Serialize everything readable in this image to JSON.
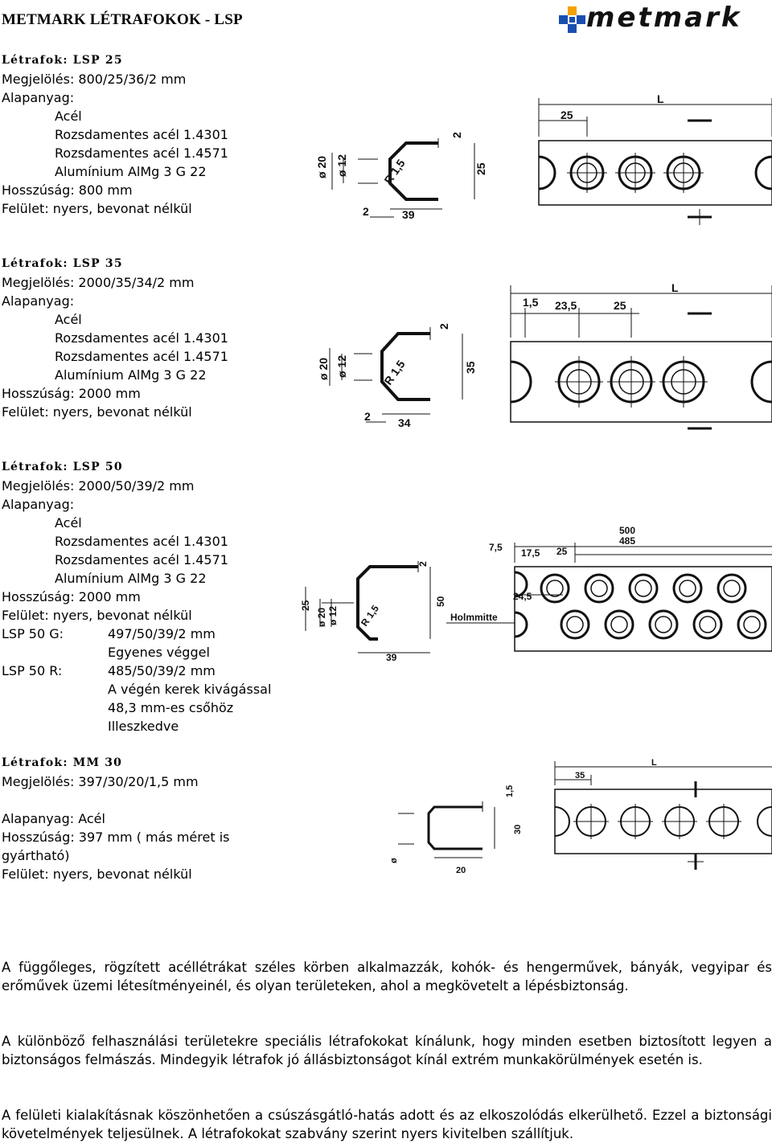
{
  "page_title": "METMARK LÉTRAFOKOK - LSP",
  "logo": {
    "text": "metmark",
    "icon": "metmark-logo-squares"
  },
  "products": [
    {
      "header": "Létrafok: LSP 25",
      "designation": "Megjelölés: 800/25/36/2 mm",
      "material_label": "Alapanyag:",
      "materials": [
        "Acél",
        "Rozsdamentes acél 1.4301",
        "Rozsdamentes acél 1.4571",
        "Alumínium AlMg 3 G 22"
      ],
      "length": "Hosszúság: 800 mm",
      "surface": "Felület: nyers, bevonat nélkül",
      "drawing_labels": {
        "d1": "ø 20",
        "d2": "ø 12",
        "r": "R 1,5",
        "t": "2",
        "h": "25",
        "w": "39",
        "b": "2",
        "pitch": "25",
        "len": "L"
      }
    },
    {
      "header": "Létrafok: LSP 35",
      "designation": "Megjelölés: 2000/35/34/2 mm",
      "material_label": "Alapanyag:",
      "materials": [
        "Acél",
        "Rozsdamentes acél 1.4301",
        "Rozsdamentes acél 1.4571",
        "Alumínium AlMg 3 G 22"
      ],
      "length": "Hosszúság: 2000 mm",
      "surface": "Felület: nyers, bevonat nélkül",
      "drawing_labels": {
        "d1": "ø 20",
        "d2": "ø 12",
        "r": "R 1,5",
        "t": "2",
        "h": "35",
        "w": "34",
        "b": "2",
        "edge": "1,5",
        "first": "23,5",
        "pitch": "25",
        "len": "L"
      }
    },
    {
      "header": "Létrafok: LSP 50",
      "designation": "Megjelölés: 2000/50/39/2 mm",
      "material_label": "Alapanyag:",
      "materials": [
        "Acél",
        "Rozsdamentes acél 1.4301",
        "Rozsdamentes acél 1.4571",
        "Alumínium AlMg 3 G 22"
      ],
      "length": "Hosszúság: 2000 mm",
      "surface": "Felület: nyers, bevonat nélkül",
      "variants": [
        {
          "key": "LSP 50 G:",
          "lines": [
            "497/50/39/2 mm",
            "Egyenes véggel"
          ]
        },
        {
          "key": "LSP 50 R:",
          "lines": [
            "485/50/39/2 mm",
            "A végén kerek kivágással",
            "48,3 mm-es csőhöz",
            "Illeszkedve"
          ]
        }
      ],
      "drawing_labels": {
        "d1": "ø 20",
        "d2": "ø 12",
        "r": "R 1,5",
        "t": "2",
        "h": "50",
        "h2": "25",
        "w": "39",
        "b": "2",
        "l1": "500",
        "l2": "485",
        "edge": "7,5",
        "first": "17,5",
        "pitch": "25",
        "offset": "24,5",
        "note": "Holmmitte"
      }
    },
    {
      "header": "Létrafok: MM 30",
      "designation": "Megjelölés: 397/30/20/1,5 mm",
      "material_line": "Alapanyag: Acél",
      "length_lines": [
        "Hosszúság:  397 mm ( más méret is",
        "gyártható)"
      ],
      "surface": "Felület: nyers, bevonat nélkül",
      "drawing_labels": {
        "t": "1,5",
        "h": "30",
        "w": "20",
        "d": "ø",
        "pitch": "35",
        "len": "L"
      }
    }
  ],
  "paragraphs": [
    "A függőleges, rögzített acéllétrákat széles körben alkalmazzák, kohók- és hengerművek, bányák, vegyipar és erőművek üzemi létesítményeinél, és olyan területeken, ahol a megkövetelt a lépésbiztonság.",
    "A különböző felhasználási területekre speciális létrafokokat kínálunk, hogy minden esetben biztosított legyen a biztonságos felmászás. Mindegyik létrafok jó állásbiztonságot kínál extrém munkakörülmények esetén is.",
    "A felületi kialakításnak köszönhetően a csúszásgátló-hatás adott és az elkoszolódás elkerülhető. Ezzel a biztonsági követelmények teljesülnek. A létrafokokat szabvány szerint nyers kivitelben szállítjuk."
  ]
}
